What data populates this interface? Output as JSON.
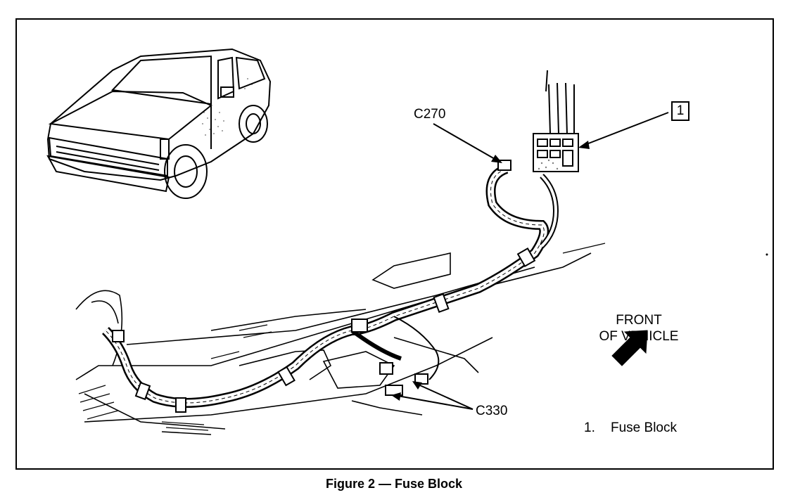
{
  "labels": {
    "c270": "C270",
    "c330": "C330",
    "callout_number": "1",
    "front_line1": "FRONT",
    "front_line2": "OF VEHICLE"
  },
  "legend": {
    "number": "1.",
    "text": "Fuse Block"
  },
  "caption": "Figure 2 — Fuse Block"
}
